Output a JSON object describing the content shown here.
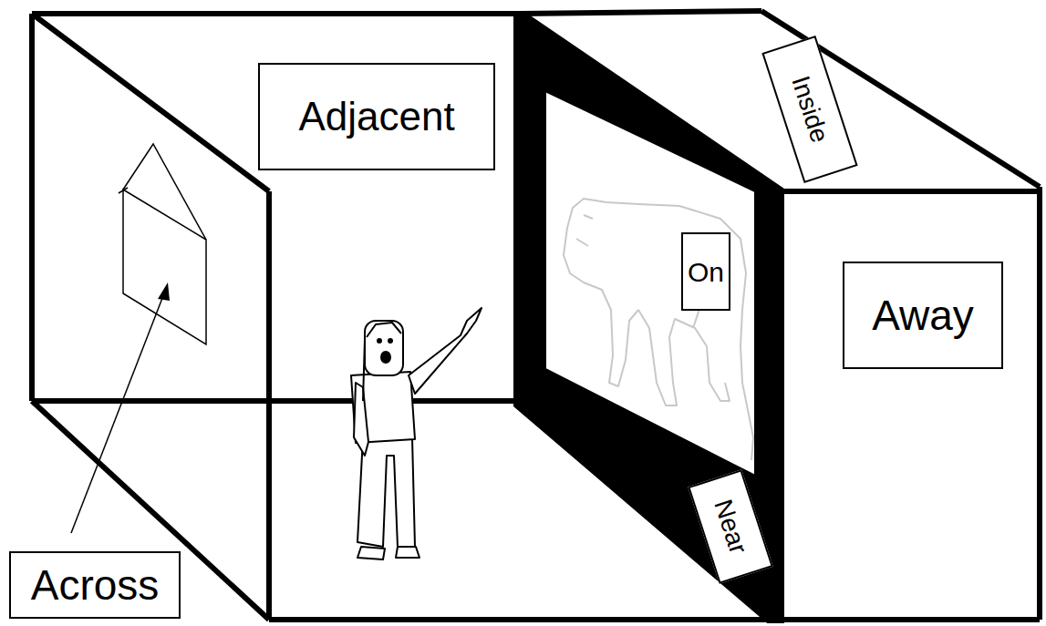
{
  "diagram": {
    "nodes": [
      {
        "text": [
          "Adjacent"
        ]
      },
      {
        "text": [
          "Inside"
        ]
      },
      {
        "text": [
          "On"
        ]
      },
      {
        "text": [
          "Away"
        ]
      },
      {
        "text": [
          "Near"
        ]
      },
      {
        "text": [
          "Across"
        ]
      }
    ]
  }
}
